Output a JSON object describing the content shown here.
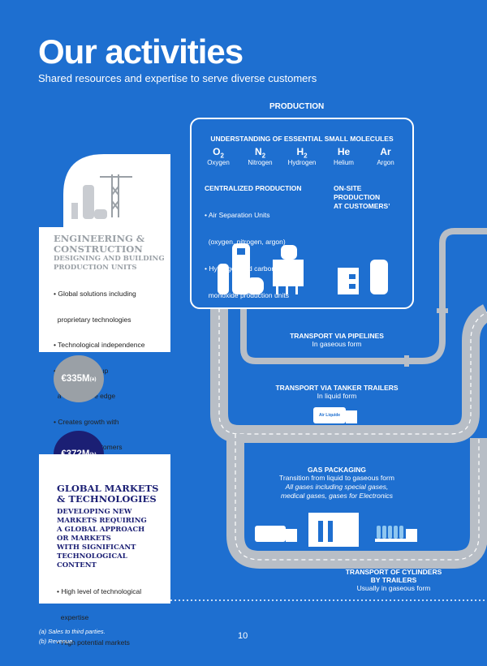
{
  "page": {
    "title": "Our activities",
    "subtitle": "Shared resources and expertise to serve diverse customers",
    "page_number": "10"
  },
  "production": {
    "heading": "PRODUCTION",
    "molecules_heading": "UNDERSTANDING OF ESSENTIAL SMALL MOLECULES",
    "molecules": [
      {
        "symbol": "O",
        "sub": "2",
        "name": "Oxygen"
      },
      {
        "symbol": "N",
        "sub": "2",
        "name": "Nitrogen"
      },
      {
        "symbol": "H",
        "sub": "2",
        "name": "Hydrogen"
      },
      {
        "symbol": "He",
        "sub": "",
        "name": "Helium"
      },
      {
        "symbol": "Ar",
        "sub": "",
        "name": "Argon"
      }
    ],
    "centralized_heading": "CENTRALIZED PRODUCTION",
    "centralized_items": [
      "• Air Separation Units",
      "  (oxygen, nitrogen, argon)",
      "• Hydrogen and carbon",
      "  monoxide production units"
    ],
    "onsite_heading": [
      "ON-SITE",
      "PRODUCTION",
      "AT CUSTOMERS’"
    ]
  },
  "engineering": {
    "title": [
      "ENGINEERING &",
      "CONSTRUCTION"
    ],
    "subtitle": [
      "DESIGNING AND BUILDING",
      "PRODUCTION UNITS"
    ],
    "items": [
      "• Global solutions including",
      "  proprietary technologies",
      "• Technological independence",
      "• Gives the Group",
      "  a competitive edge",
      "• Creates growth with",
      "  third-party customers"
    ],
    "badge": "€335M",
    "badge_note": "(a)"
  },
  "global": {
    "badge": "€372M",
    "badge_note": "(b)",
    "title": [
      "GLOBAL MARKETS",
      "& TECHNOLOGIES"
    ],
    "subtitle": [
      "DEVELOPING NEW",
      "MARKETS REQUIRING",
      "A GLOBAL APPROACH",
      "OR MARKETS",
      "WITH SIGNIFICANT",
      "TECHNOLOGICAL",
      "CONTENT"
    ],
    "items": [
      "• High level of technological",
      "  expertise",
      "• High potential markets"
    ]
  },
  "flows": {
    "pipelines": {
      "heading": "TRANSPORT VIA PIPELINES",
      "sub": "In gaseous form"
    },
    "tankers": {
      "heading": "TRANSPORT VIA TANKER TRAILERS",
      "sub": "In liquid form"
    },
    "packaging": {
      "heading": "GAS PACKAGING",
      "lines": [
        "Transition from liquid to gaseous form",
        "All gases including special gases,",
        "medical gases, gases for Electronics"
      ]
    },
    "cylinders": {
      "heading": [
        "TRANSPORT OF CYLINDERS",
        "BY TRAILERS"
      ],
      "sub": "Usually in gaseous form"
    }
  },
  "truck_brand": "Air Liquide",
  "footnotes": [
    "(a) Sales to third parties.",
    "(b) Revenue."
  ],
  "colors": {
    "background": "#1e6fd0",
    "road": "#b8bec6",
    "navy": "#1b1f74",
    "grey": "#9aa0a6"
  }
}
